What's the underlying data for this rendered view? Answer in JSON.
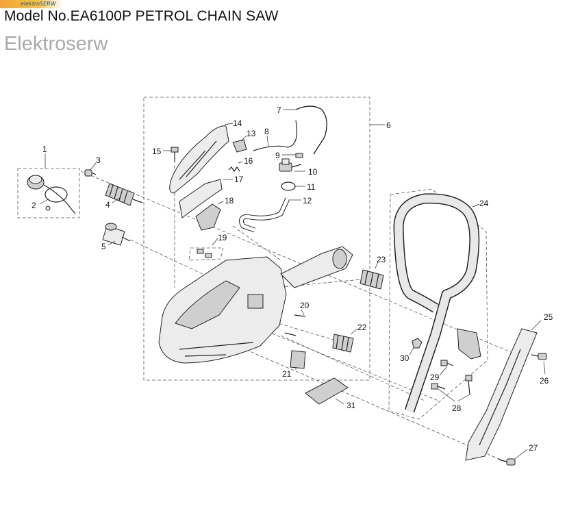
{
  "header": {
    "badge_text": "elektroSERW",
    "title": "Model No.EA6100P PETROL CHAIN SAW",
    "watermark": "Elektroserw"
  },
  "parts": {
    "p1": "1",
    "p2": "2",
    "p3": "3",
    "p4": "4",
    "p5": "5",
    "p6": "6",
    "p7": "7",
    "p8": "8",
    "p9": "9",
    "p10": "10",
    "p11": "11",
    "p12": "12",
    "p13": "13",
    "p14": "14",
    "p15": "15",
    "p16": "16",
    "p17": "17",
    "p18": "18",
    "p19": "19",
    "p20": "20",
    "p21": "21",
    "p22": "22",
    "p23": "23",
    "p24": "24",
    "p25": "25",
    "p26": "26",
    "p27": "27",
    "p28": "28",
    "p29": "29",
    "p30": "30",
    "p31": "31"
  },
  "colors": {
    "badge_orange": "#f4a23a",
    "badge_text_blue": "#1d4f9c",
    "watermark_gray": "#a9a9a9"
  }
}
